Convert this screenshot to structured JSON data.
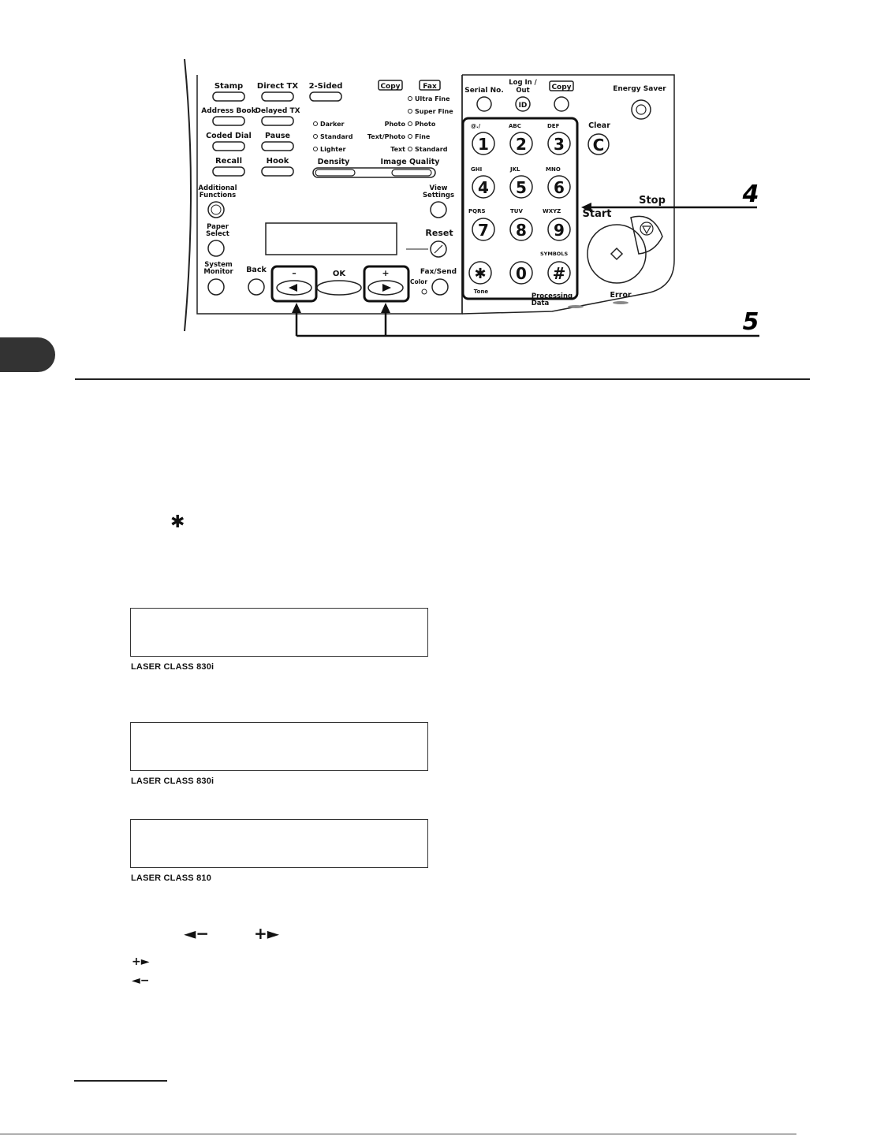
{
  "panel": {
    "buttons": {
      "stamp": "Stamp",
      "direct_tx": "Direct TX",
      "two_sided": "2-Sided",
      "copy_tag": "Copy",
      "fax_tag": "Fax",
      "ultra_fine": "Ultra Fine",
      "super_fine": "Super Fine",
      "address_book": "Address Book",
      "delayed_tx": "Delayed TX",
      "darker": "Darker",
      "standard_density": "Standard",
      "lighter": "Lighter",
      "photo_label": "Photo",
      "photo_option": "Photo",
      "text_photo_label": "Text/Photo",
      "fine_option": "Fine",
      "text_label": "Text",
      "standard_option": "Standard",
      "coded_dial": "Coded Dial",
      "pause": "Pause",
      "recall": "Recall",
      "hook": "Hook",
      "density": "Density",
      "image_quality": "Image Quality",
      "additional_functions_1": "Additional",
      "additional_functions_2": "Functions",
      "view_settings_1": "View",
      "view_settings_2": "Settings",
      "paper_select_1": "Paper",
      "paper_select_2": "Select",
      "reset": "Reset",
      "system_monitor_1": "System",
      "system_monitor_2": "Monitor",
      "back": "Back",
      "minus": "–",
      "ok": "OK",
      "plus": "+",
      "fax_send": "Fax/Send",
      "color": "Color",
      "serial_no": "Serial No.",
      "log_in_1": "Log In /",
      "log_in_2": "Out",
      "id_glyph": "ID",
      "copy_top": "Copy",
      "energy_saver": "Energy Saver",
      "clear": "Clear",
      "clear_glyph": "C",
      "stop": "Stop",
      "start": "Start",
      "tone": "Tone",
      "processing_1": "Processing",
      "processing_2": "Data",
      "error": "Error"
    },
    "keypad": [
      {
        "digit": "1",
        "letters": "@./"
      },
      {
        "digit": "2",
        "letters": "ABC"
      },
      {
        "digit": "3",
        "letters": "DEF"
      },
      {
        "digit": "4",
        "letters": "GHI"
      },
      {
        "digit": "5",
        "letters": "JKL"
      },
      {
        "digit": "6",
        "letters": "MNO"
      },
      {
        "digit": "7",
        "letters": "PQRS"
      },
      {
        "digit": "8",
        "letters": "TUV"
      },
      {
        "digit": "9",
        "letters": "WXYZ"
      },
      {
        "digit": "✱",
        "letters": ""
      },
      {
        "digit": "0",
        "letters": ""
      },
      {
        "digit": "#",
        "letters": "SYMBOLS"
      }
    ],
    "callout_4": "4",
    "callout_5": "5"
  },
  "body": {
    "asterisk_glyph": "✱",
    "lcd_captions": [
      "LASER CLASS 830i",
      "LASER CLASS 830i",
      "LASER CLASS 810"
    ],
    "inline_keys": {
      "left_minus": "◄−",
      "plus_right": "+►"
    },
    "key_lines": [
      "+►",
      "◄−"
    ]
  }
}
